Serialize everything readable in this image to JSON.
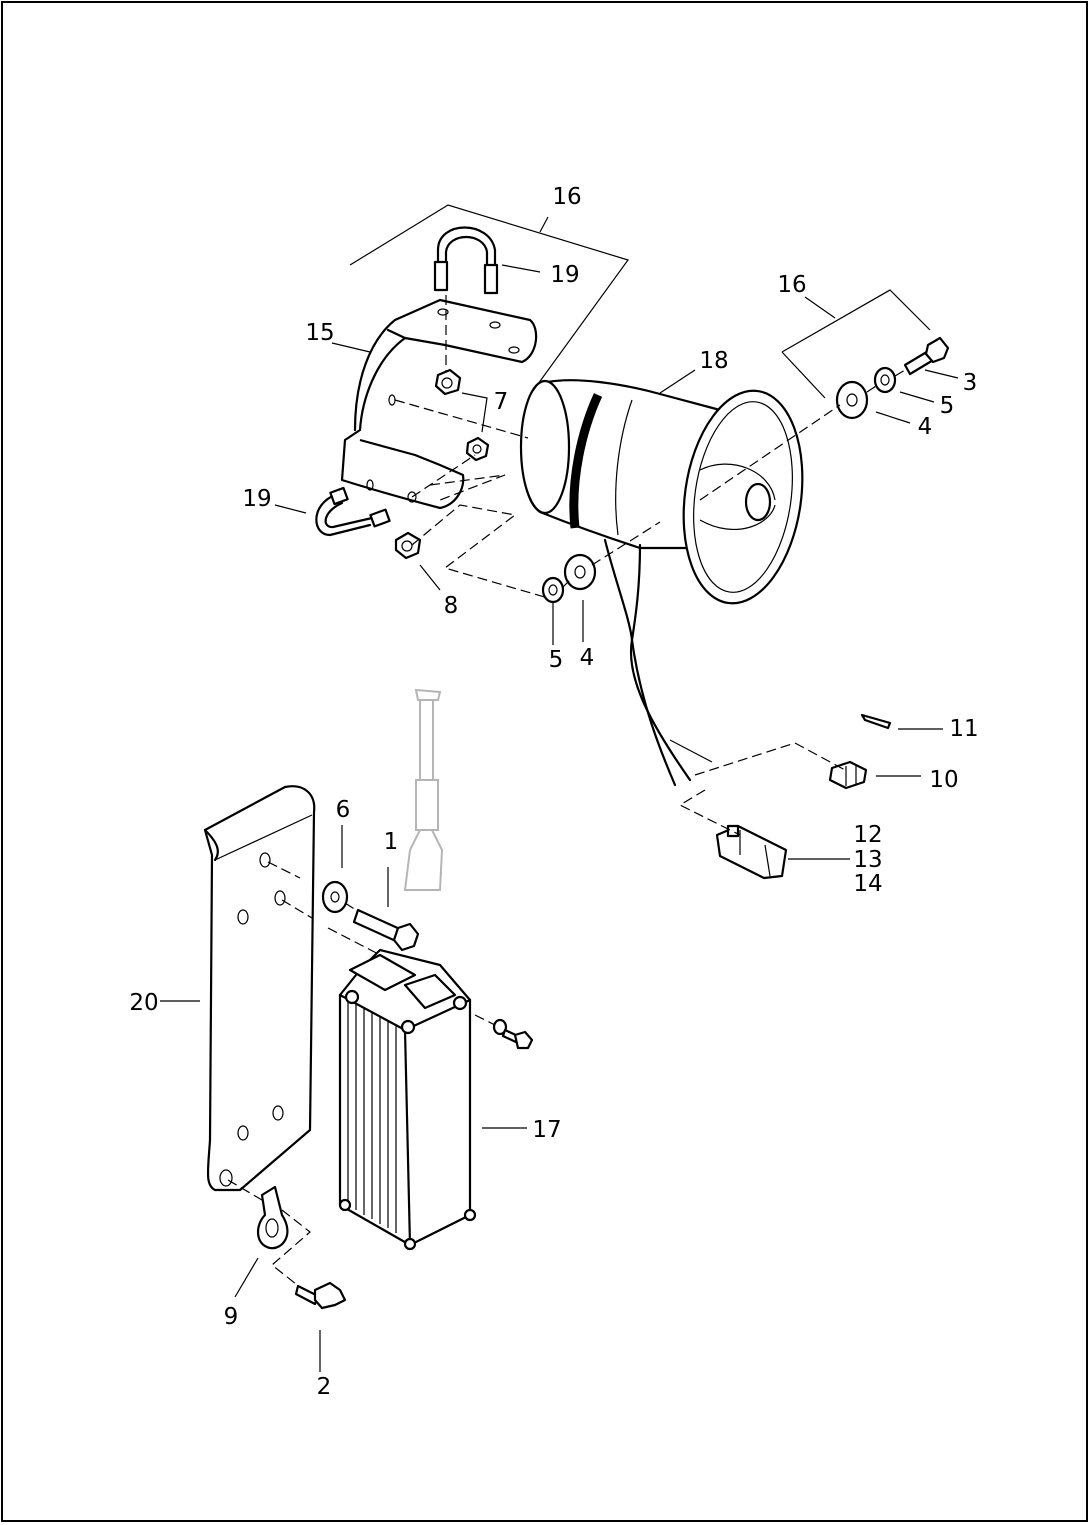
{
  "diagram": {
    "callouts": {
      "c1": "1",
      "c2": "2",
      "c3": "3",
      "c4a": "4",
      "c4b": "4",
      "c5a": "5",
      "c5b": "5",
      "c6": "6",
      "c7": "7",
      "c8": "8",
      "c9": "9",
      "c10": "10",
      "c11": "11",
      "c12": "12",
      "c13": "13",
      "c14": "14",
      "c15": "15",
      "c16a": "16",
      "c16b": "16",
      "c17": "17",
      "c18": "18",
      "c19a": "19",
      "c19b": "19",
      "c20": "20"
    },
    "line_color": "#000000",
    "ghost_color": "#b5b5b5"
  }
}
